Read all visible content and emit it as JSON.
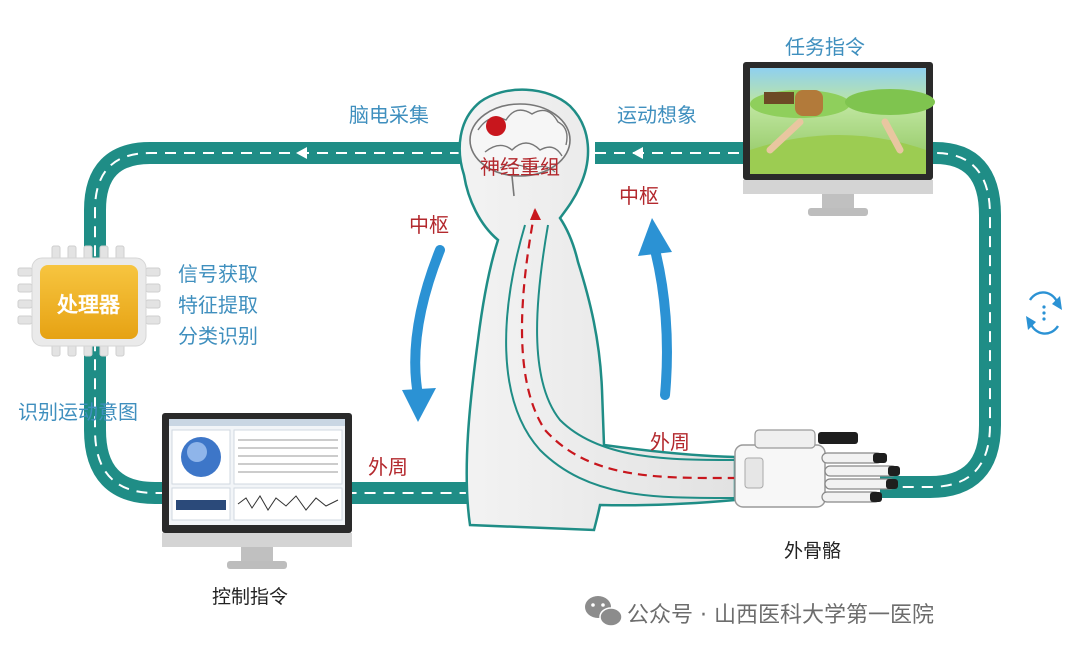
{
  "labels": {
    "eeg_acquisition": "脑电采集",
    "motor_imagery": "运动想象",
    "task_instruction": "任务指令",
    "neural_reorganization": "神经重组",
    "central_left": "中枢",
    "central_right": "中枢",
    "processor": "处理器",
    "signal_acquisition": "信号获取",
    "feature_extraction": "特征提取",
    "classification": "分类识别",
    "recognize_motion_intent": "识别运动意图",
    "peripheral_left": "外周",
    "peripheral_right": "外周",
    "control_instruction": "控制指令",
    "exoskeleton": "外骨骼"
  },
  "watermark": {
    "text": "公众号 · 山西医科大学第一医院",
    "icon": "wechat-icon"
  },
  "icons": [
    "processor-chip-icon",
    "brain-icon",
    "monitor-icon",
    "exoskeleton-hand-icon",
    "cycle-icon",
    "arrow-down-icon",
    "arrow-up-icon"
  ],
  "colors": {
    "road": "#1f8d86",
    "road_dash": "#ffffff",
    "label_blue": "#3f8fbe",
    "label_red": "#b3282d",
    "chip": "#f0b323",
    "arrow_blue": "#2b92d4"
  }
}
